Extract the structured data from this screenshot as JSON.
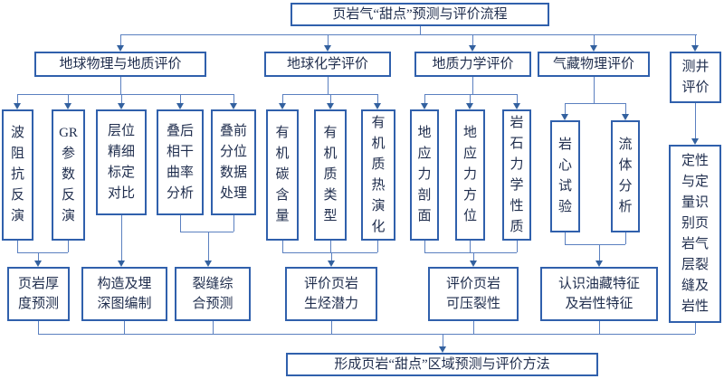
{
  "flow": {
    "title": "页岩气“甜点”预测与评价流程",
    "final": "形成页岩“甜点”区域预测与评价方法",
    "colors": {
      "box_border": "#3060ac",
      "connector": "#5b80c0",
      "text": "#1f2d4d"
    },
    "branches": [
      {
        "label": "地球物理与地质评价",
        "methods": [
          "波\n阻\n抗\n反\n演",
          "GR\n参\n数\n反\n演",
          "层位\n精细\n标定\n对比",
          "叠后\n相干\n曲率\n分析",
          "叠前\n分位\n数据\n处理"
        ],
        "results": [
          "页岩厚\n度预测",
          "构造及埋\n深图编制",
          "裂缝综\n合预测"
        ]
      },
      {
        "label": "地球化学评价",
        "methods": [
          "有\n机\n碳\n含\n量",
          "有\n机\n质\n类\n型",
          "有\n机\n质\n热\n演\n化"
        ],
        "results": [
          "评价页岩\n生烃潜力"
        ]
      },
      {
        "label": "地质力学评价",
        "methods": [
          "地\n应\n力\n剖\n面",
          "地\n应\n力\n方\n位",
          "岩\n石\n力\n学\n性\n质"
        ],
        "results": [
          "评价页岩\n可压裂性"
        ]
      },
      {
        "label": "气藏物理评价",
        "methods": [
          "岩\n心\n试\n验",
          "流\n体\n分\n析"
        ],
        "results": [
          "认识油藏特征\n及岩性特征"
        ]
      },
      {
        "label": "测井\n评价",
        "methods": [
          "定性\n与定\n量识\n别页\n岩气\n层裂\n缝及\n岩性"
        ],
        "results": []
      }
    ]
  }
}
